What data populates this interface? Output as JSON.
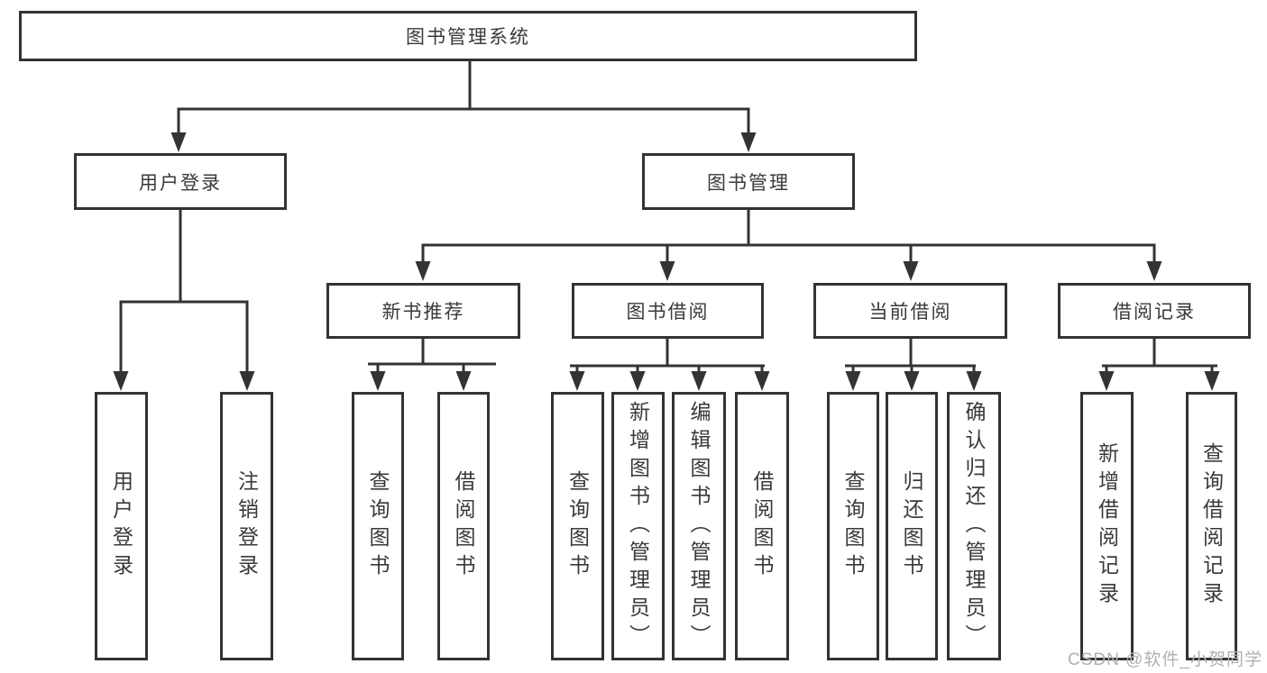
{
  "watermark": {
    "text": "CSDN @软件_小贺同学"
  },
  "colors": {
    "line": "#333333",
    "box_border": "#333333",
    "text": "#3a3a3a",
    "watermark": "#b0b0b0",
    "background": "#ffffff"
  },
  "tree": {
    "label": "图书管理系统",
    "children": [
      {
        "label": "用户登录",
        "children": [
          {
            "label": "用户登录"
          },
          {
            "label": "注销登录"
          }
        ]
      },
      {
        "label": "图书管理",
        "children": [
          {
            "label": "新书推荐",
            "children": [
              {
                "label": "查询图书"
              },
              {
                "label": "借阅图书"
              }
            ]
          },
          {
            "label": "图书借阅",
            "children": [
              {
                "label": "查询图书"
              },
              {
                "label": "新增图书（管理员）"
              },
              {
                "label": "编辑图书（管理员）"
              },
              {
                "label": "借阅图书"
              }
            ]
          },
          {
            "label": "当前借阅",
            "children": [
              {
                "label": "查询图书"
              },
              {
                "label": "归还图书"
              },
              {
                "label": "确认归还（管理员）"
              }
            ]
          },
          {
            "label": "借阅记录",
            "children": [
              {
                "label": "新增借阅记录"
              },
              {
                "label": "查询借阅记录"
              }
            ]
          }
        ]
      }
    ]
  }
}
